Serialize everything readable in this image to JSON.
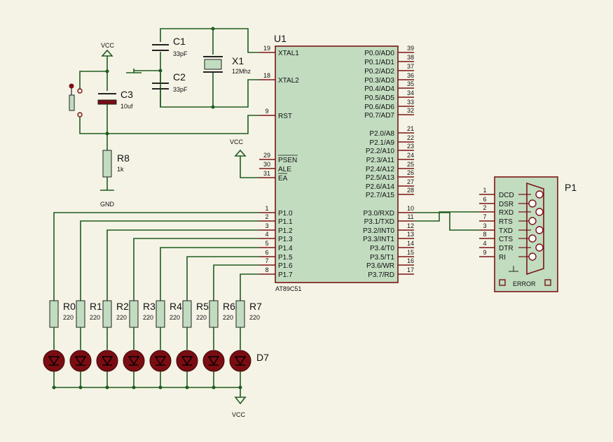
{
  "u1": {
    "ref": "U1",
    "part": "AT89C51",
    "left_pins": [
      {
        "num": "19",
        "name": "XTAL1"
      },
      {
        "num": "18",
        "name": "XTAL2"
      },
      {
        "num": "9",
        "name": "RST"
      },
      {
        "num": "29",
        "name": "PSEN"
      },
      {
        "num": "30",
        "name": "ALE"
      },
      {
        "num": "31",
        "name": "EA"
      },
      {
        "num": "1",
        "name": "P1.0"
      },
      {
        "num": "2",
        "name": "P1.1"
      },
      {
        "num": "3",
        "name": "P1.2"
      },
      {
        "num": "4",
        "name": "P1.3"
      },
      {
        "num": "5",
        "name": "P1.4"
      },
      {
        "num": "6",
        "name": "P1.5"
      },
      {
        "num": "7",
        "name": "P1.6"
      },
      {
        "num": "8",
        "name": "P1.7"
      }
    ],
    "right_pins": [
      {
        "num": "39",
        "name": "P0.0/AD0"
      },
      {
        "num": "38",
        "name": "P0.1/AD1"
      },
      {
        "num": "37",
        "name": "P0.2/AD2"
      },
      {
        "num": "36",
        "name": "P0.3/AD3"
      },
      {
        "num": "35",
        "name": "P0.4/AD4"
      },
      {
        "num": "34",
        "name": "P0.5/AD5"
      },
      {
        "num": "33",
        "name": "P0.6/AD6"
      },
      {
        "num": "32",
        "name": "P0.7/AD7"
      },
      {
        "num": "21",
        "name": "P2.0/A8"
      },
      {
        "num": "22",
        "name": "P2.1/A9"
      },
      {
        "num": "23",
        "name": "P2.2/A10"
      },
      {
        "num": "24",
        "name": "P2.3/A11"
      },
      {
        "num": "25",
        "name": "P2.4/A12"
      },
      {
        "num": "26",
        "name": "P2.5/A13"
      },
      {
        "num": "27",
        "name": "P2.6/A14"
      },
      {
        "num": "28",
        "name": "P2.7/A15"
      },
      {
        "num": "10",
        "name": "P3.0/RXD"
      },
      {
        "num": "11",
        "name": "P3.1/TXD"
      },
      {
        "num": "12",
        "name": "P3.2/INT0"
      },
      {
        "num": "13",
        "name": "P3.3/INT1"
      },
      {
        "num": "14",
        "name": "P3.4/T0"
      },
      {
        "num": "15",
        "name": "P3.5/T1"
      },
      {
        "num": "16",
        "name": "P3.6/WR"
      },
      {
        "num": "17",
        "name": "P3.7/RD"
      }
    ]
  },
  "crystal": {
    "c1_ref": "C1",
    "c1_val": "33pF",
    "c2_ref": "C2",
    "c2_val": "33pF",
    "x1_ref": "X1",
    "x1_val": "12Mhz"
  },
  "reset": {
    "c3_ref": "C3",
    "c3_val": "10uf",
    "r8_ref": "R8",
    "r8_val": "1k",
    "vcc_label": "VCC",
    "gnd_label": "GND"
  },
  "ea_vcc_label": "VCC",
  "leds": {
    "resistors": [
      {
        "ref": "R0",
        "val": "220"
      },
      {
        "ref": "R1",
        "val": "220"
      },
      {
        "ref": "R2",
        "val": "220"
      },
      {
        "ref": "R3",
        "val": "220"
      },
      {
        "ref": "R4",
        "val": "220"
      },
      {
        "ref": "R5",
        "val": "220"
      },
      {
        "ref": "R6",
        "val": "220"
      },
      {
        "ref": "R7",
        "val": "220"
      }
    ],
    "diode_ref": "D7",
    "vcc_label": "VCC"
  },
  "p1": {
    "ref": "P1",
    "pins": [
      {
        "num": "1",
        "name": "DCD"
      },
      {
        "num": "6",
        "name": "DSR"
      },
      {
        "num": "2",
        "name": "RXD"
      },
      {
        "num": "7",
        "name": "RTS"
      },
      {
        "num": "3",
        "name": "TXD"
      },
      {
        "num": "8",
        "name": "CTS"
      },
      {
        "num": "4",
        "name": "DTR"
      },
      {
        "num": "9",
        "name": "RI"
      }
    ],
    "error_label": "ERROR"
  },
  "colors": {
    "background": "#f5f3e6",
    "wire": "#1e5c1e",
    "pin": "#7a1414",
    "body": "#c2dcc0",
    "led": "#7a0d12"
  }
}
